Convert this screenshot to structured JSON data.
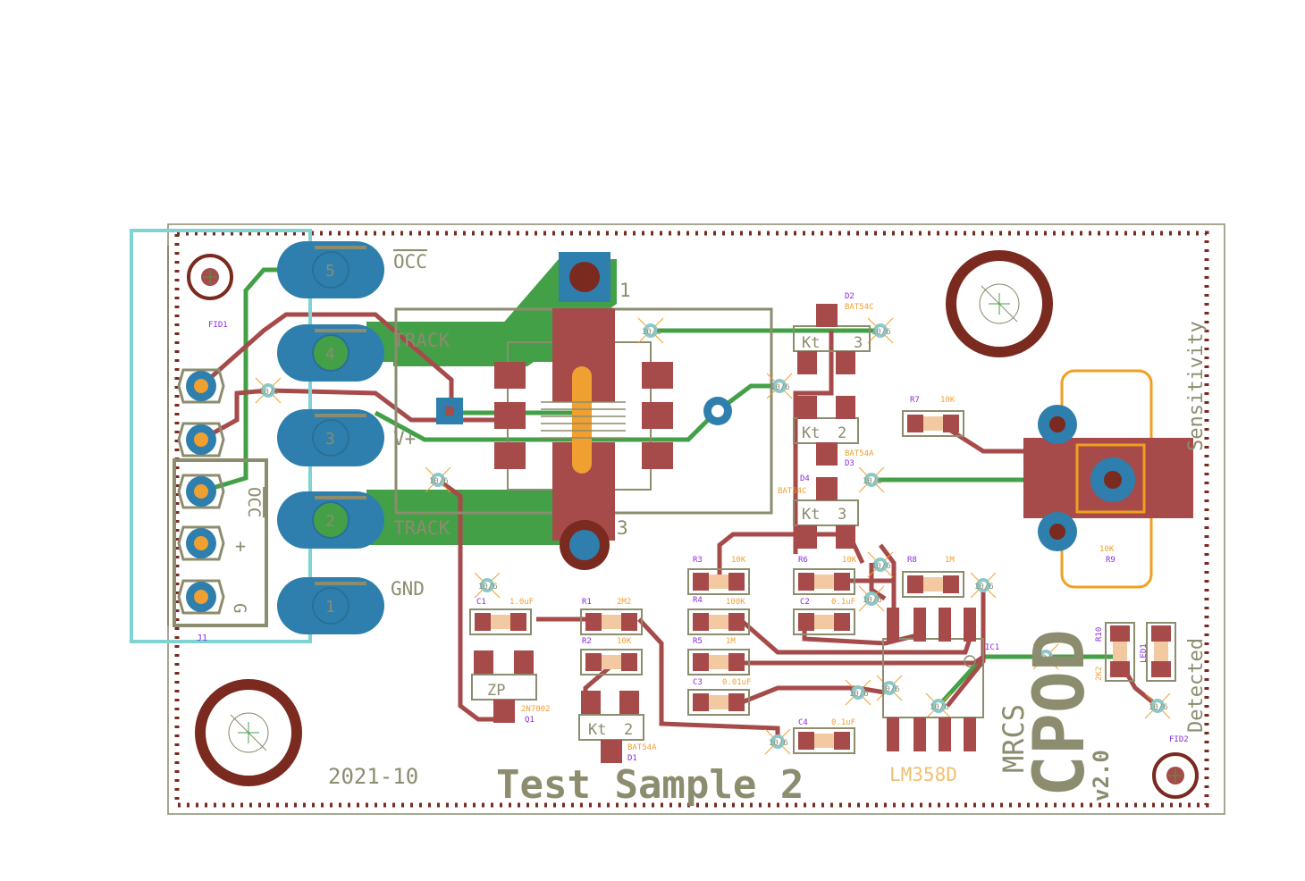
{
  "board": {
    "title": "Test Sample 2",
    "date": "2021-10",
    "brand": "MRCS",
    "product": "CPOD",
    "version": "v2.0",
    "ic_label": "LM358D",
    "sensitivity_label": "Sensitivity",
    "detected_label": "Detected"
  },
  "connector": {
    "ref": "J1",
    "pins": [
      {
        "num": "5",
        "label": "OCC"
      },
      {
        "num": "4",
        "label": "TRACK"
      },
      {
        "num": "3",
        "label": "V+"
      },
      {
        "num": "2",
        "label": "TRACK"
      },
      {
        "num": "1",
        "label": "GND"
      }
    ],
    "silk_occ": "OCC",
    "silk_plus": "+",
    "silk_g": "G"
  },
  "sensor_pins": {
    "top": "1",
    "bottom": "3"
  },
  "components": {
    "fid1": "FID1",
    "fid2": "FID2",
    "d2_ref": "D2",
    "d2_val": "BAT54C",
    "d3_ref": "D3",
    "d3_val": "BAT54A",
    "d4_ref": "D4",
    "d4_val": "BAT54C",
    "d1_ref": "D1",
    "d1_val": "BAT54A",
    "q1_ref": "Q1",
    "q1_val": "2N7002",
    "r7_ref": "R7",
    "r7_val": "10K",
    "r9_ref": "R9",
    "r9_val": "10K",
    "r3_ref": "R3",
    "r3_val": "10K",
    "r6_ref": "R6",
    "r6_val": "10K",
    "r8_ref": "R8",
    "r8_val": "1M",
    "r4_ref": "R4",
    "r4_val": "100K",
    "r5_ref": "R5",
    "r5_val": "1M",
    "r1_ref": "R1",
    "r1_val": "2M2",
    "r2_ref": "R2",
    "r2_val": "10K",
    "c1_ref": "C1",
    "c1_val": "1.0uF",
    "c2_ref": "C2",
    "c2_val": "0.1uF",
    "c3_ref": "C3",
    "c3_val": "0.01uF",
    "c4_ref": "C4",
    "c4_val": "0.1uF",
    "ic1_ref": "IC1",
    "r10_ref": "R10",
    "r10_val": "2K2",
    "led_ref": "LED1"
  },
  "silk": {
    "kt_label": "Kt",
    "kt3": "3",
    "kt2": "2",
    "zp": "ZP"
  },
  "via_label": "10/6",
  "colors": {
    "board_outline": "#8c8c6e",
    "copper_top": "#a64a4a",
    "trace_bottom": "#43a047",
    "silk": "#8c8c6e",
    "pad_blue": "#2e7fae",
    "pad_orange": "#f0a030",
    "hole_ring": "#7a2a1e",
    "keepout_cyan": "#7fd3d3",
    "pot_outline": "#f0a020",
    "label_purple": "#8a2be2"
  }
}
